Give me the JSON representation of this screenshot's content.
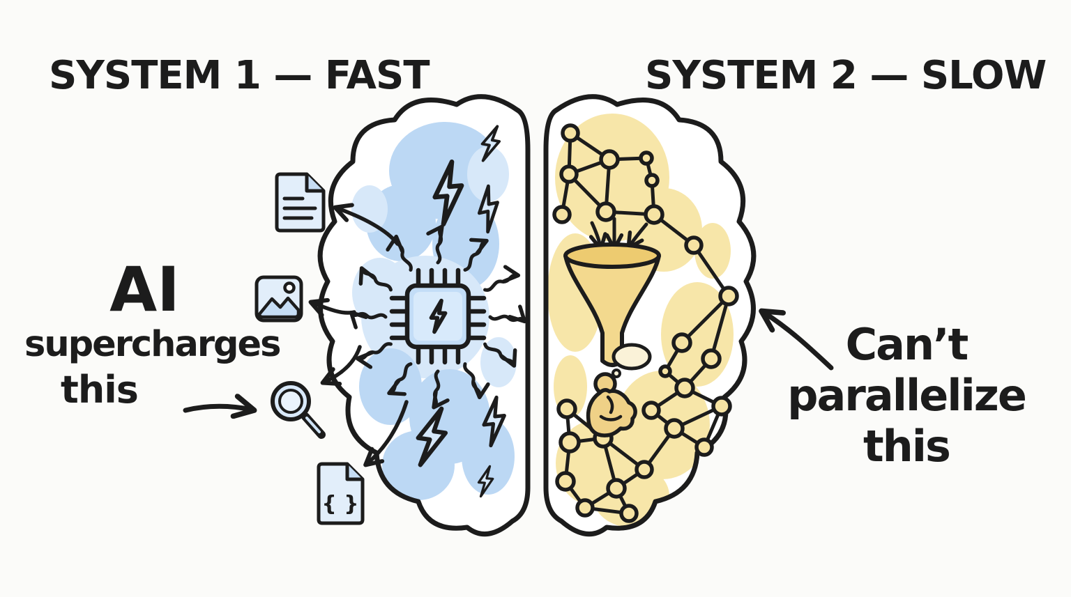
{
  "titles": {
    "left": "SYSTEM 1 — FAST",
    "right": "SYSTEM 2 — SLOW"
  },
  "left_annotation": {
    "line1": "AI",
    "line2": "supercharges",
    "line3": "this"
  },
  "right_annotation": {
    "line1": "Can’t",
    "line2": "parallelize",
    "line3": "this"
  },
  "code_icon_glyph": "{ }",
  "icons": {
    "outside_left": [
      "document-icon",
      "image-icon",
      "search-icon",
      "code-file-icon"
    ],
    "left_hemisphere": [
      "chip-icon",
      "lightning-bolt-icon",
      "radiating-arrows"
    ],
    "right_hemisphere": [
      "network-graph-icon",
      "funnel-icon",
      "thinking-person-icon",
      "thought-bubble-icon"
    ]
  },
  "colors": {
    "ink": "#1c1c1c",
    "bg": "#fbfbf9",
    "blue_blob": "#bcd8f4",
    "blue_blob_light": "#d7e8f9",
    "blue_fill": "#c3ddf7",
    "icon_blue": "#e2eefa",
    "icon_blue_dark": "#c6ddf4",
    "yellow_blob": "#f7e6a9",
    "yellow_fill": "#f3d98e",
    "funnel_rim": "#edcb70",
    "node_fill": "#f6e3a3",
    "person_fill": "#efd187"
  }
}
